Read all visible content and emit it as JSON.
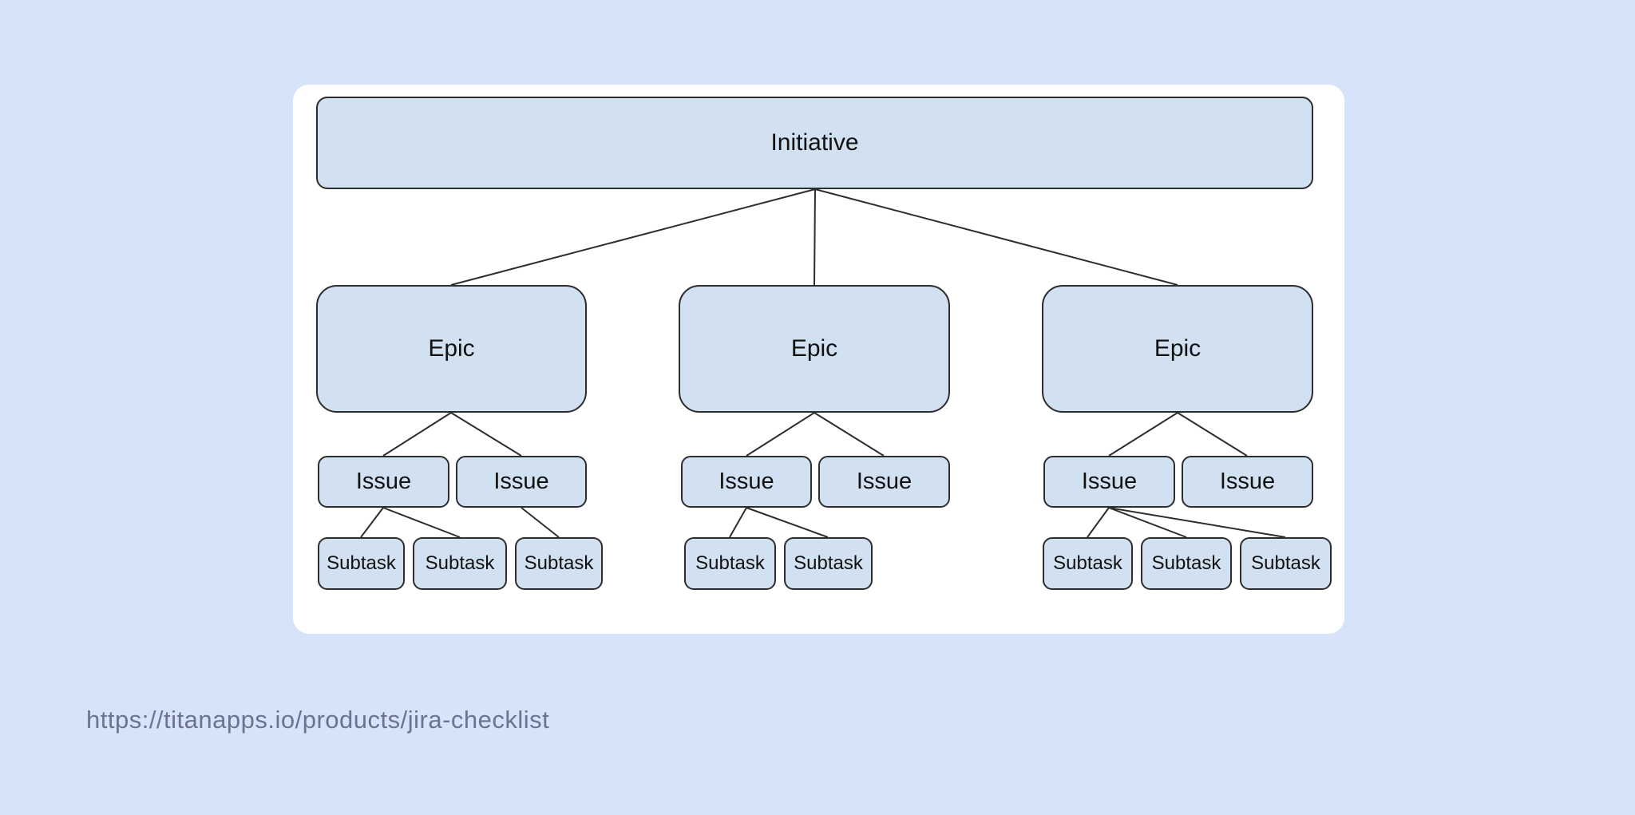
{
  "colors": {
    "page-bg": "#d7e3f8",
    "card-bg": "#ffffff",
    "node-fill": "#d2e1f1",
    "node-border": "#2d2d2d",
    "node-text": "#111111",
    "url-text": "#6b7393"
  },
  "diagram": {
    "type": "tree",
    "root": {
      "label": "Initiative"
    },
    "epics": [
      {
        "label": "Epic",
        "issues": [
          {
            "label": "Issue",
            "subtasks": [
              {
                "label": "Subtask"
              },
              {
                "label": "Subtask"
              }
            ]
          },
          {
            "label": "Issue",
            "subtasks": [
              {
                "label": "Subtask"
              }
            ]
          }
        ]
      },
      {
        "label": "Epic",
        "issues": [
          {
            "label": "Issue",
            "subtasks": [
              {
                "label": "Subtask"
              },
              {
                "label": "Subtask"
              }
            ]
          },
          {
            "label": "Issue",
            "subtasks": []
          }
        ]
      },
      {
        "label": "Epic",
        "issues": [
          {
            "label": "Issue",
            "subtasks": [
              {
                "label": "Subtask"
              },
              {
                "label": "Subtask"
              },
              {
                "label": "Subtask"
              }
            ]
          },
          {
            "label": "Issue",
            "subtasks": []
          }
        ]
      }
    ]
  },
  "footer": {
    "url": "https://titanapps.io/products/jira-checklist"
  }
}
